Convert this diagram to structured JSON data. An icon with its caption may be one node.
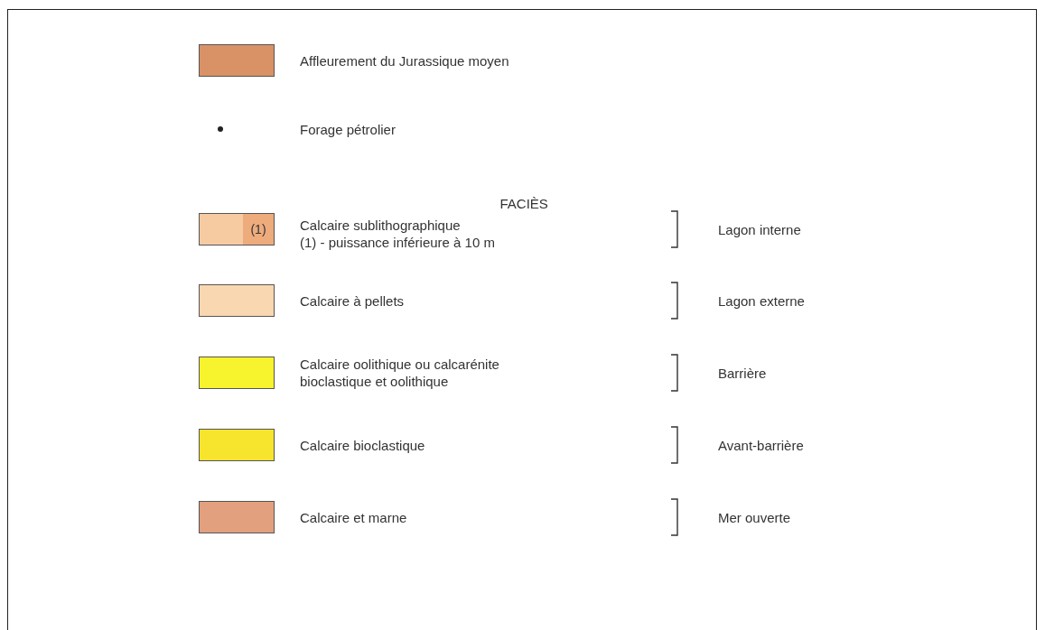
{
  "diagram": {
    "labels": [
      "FACIÈS",
      "(1)",
      "(1) - puissance inférieure à 10 m",
      "Lagon interne",
      "Lagon externe",
      "Barrière",
      "Avant-barrière",
      "Mer ouverte"
    ],
    "legend": [
      {
        "text": "Affleurement du Jurassique moyen",
        "color": "#d99166"
      },
      {
        "text": "Forage pétrolier"
      },
      {
        "text": "Calcaire sublithographique",
        "color": "#f6cba2"
      },
      {
        "text": "Calcaire à pellets",
        "color": "#f9d7b0"
      },
      {
        "text": "Calcaire oolithique ou calcarénite bioclastique et oolithique",
        "color": "#f7f32c"
      },
      {
        "text": "Calcaire bioclastique",
        "color": "#f6e52c"
      },
      {
        "text": "Calcaire et marne",
        "color": "#e2a07f"
      }
    ]
  }
}
